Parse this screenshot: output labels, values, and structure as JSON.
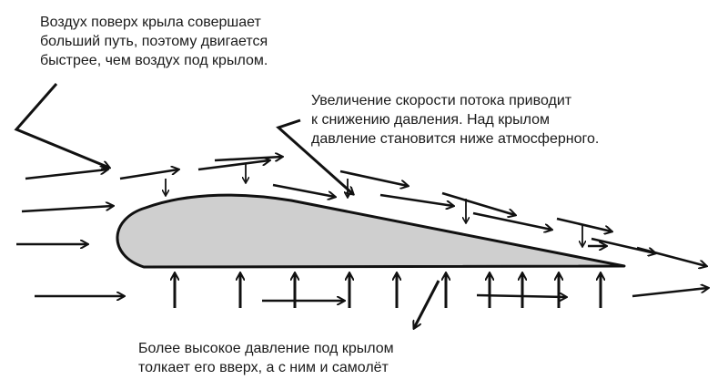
{
  "captions": {
    "top": "Воздух поверх крыла совершает\nбольший путь, поэтому двигается\nбыстрее, чем воздух под крылом.",
    "right": "Увеличение скорости потока приводит\nк снижению давления. Над крылом\nдавление становится ниже атмосферного.",
    "bottom": "Более высокое давление под крылом\nтолкает его вверх, а с ним и самолёт"
  },
  "colors": {
    "wing_fill": "#cfcfcf",
    "ink": "#111111"
  }
}
